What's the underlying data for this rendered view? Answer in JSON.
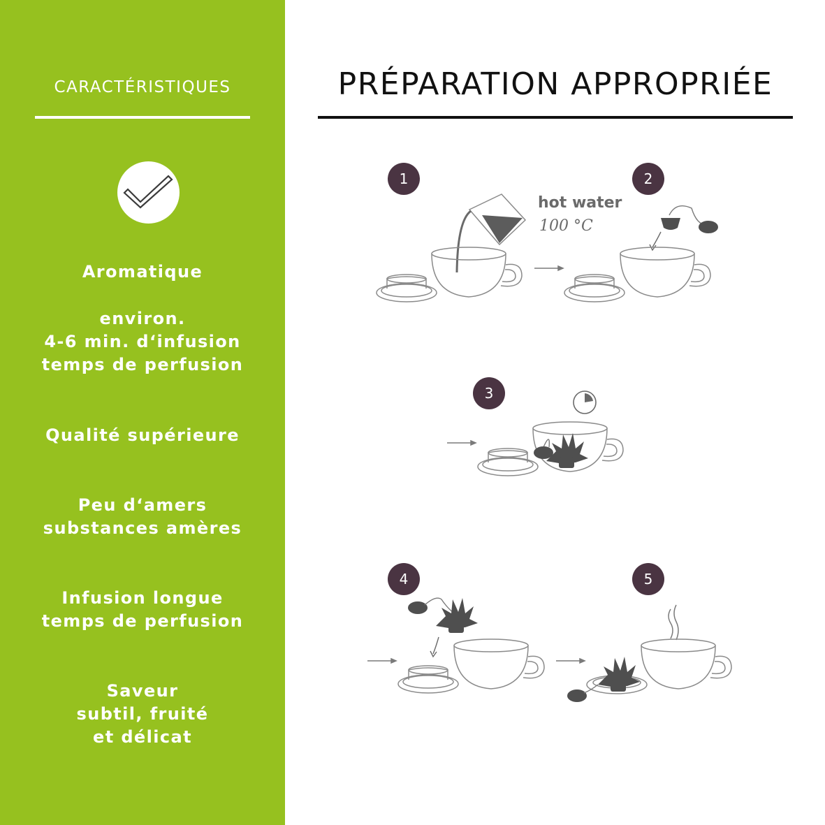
{
  "sidebar": {
    "heading": "CARACTÉRISTIQUES",
    "badge_icon": "checkmark-icon",
    "accent_color": "#96c11f",
    "features": [
      {
        "lines": [
          "Aromatique"
        ]
      },
      {
        "lines": [
          "environ.",
          "4-6 min. d‘infusion",
          "temps de perfusion"
        ]
      },
      {
        "lines": [
          "Qualité supérieure"
        ]
      },
      {
        "lines": [
          "Peu d‘amers",
          "substances amères"
        ]
      },
      {
        "lines": [
          "Infusion longue",
          "temps de perfusion"
        ]
      },
      {
        "lines": [
          "Saveur",
          "subtil, fruité",
          "et délicat"
        ]
      }
    ]
  },
  "main": {
    "title": "PRÉPARATION APPROPRIÉE",
    "step_badge_color": "#4a3442",
    "steps": [
      {
        "number": "1",
        "label_main": "hot water",
        "label_sub": "100 °C"
      },
      {
        "number": "2"
      },
      {
        "number": "3"
      },
      {
        "number": "4"
      },
      {
        "number": "5"
      }
    ]
  }
}
